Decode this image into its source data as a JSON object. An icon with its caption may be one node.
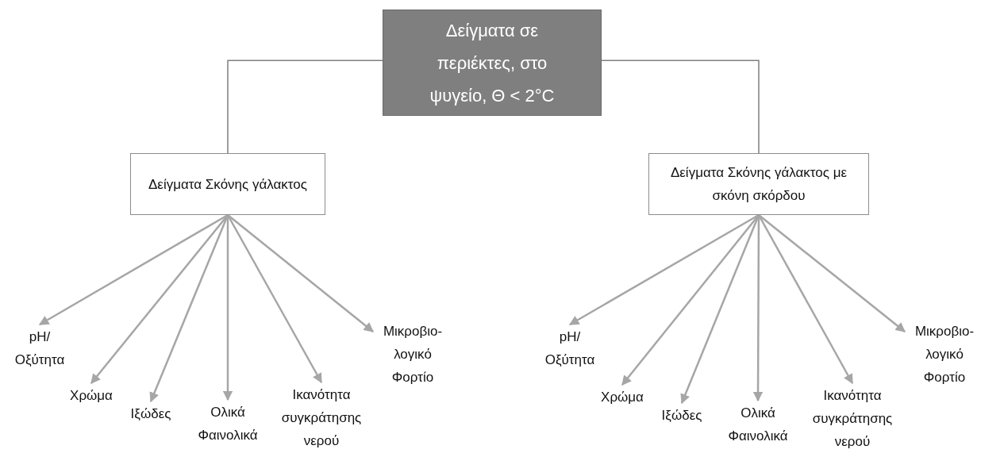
{
  "diagram": {
    "nodes": [
      {
        "text": [
          "Δείγματα σε περιέκτες, στο ψυγείο, Θ < 2°C"
        ]
      },
      {
        "text": [
          "Δείγματα Σκόνης γάλακτος"
        ]
      },
      {
        "text": [
          "Δείγματα Σκόνης γάλακτος με σκόνη σκόρδου"
        ]
      },
      {
        "text": [
          "pH/ Οξύτητα"
        ]
      },
      {
        "text": [
          "Χρώμα"
        ]
      },
      {
        "text": [
          "Ιξώδες"
        ]
      },
      {
        "text": [
          "Ολικά Φαινολικά"
        ]
      },
      {
        "text": [
          "Ικανότητα συγκράτησης νερού"
        ]
      },
      {
        "text": [
          "Μικροβιο- λογικό Φορτίο"
        ]
      },
      {
        "text": [
          "pH/ Οξύτητα"
        ]
      },
      {
        "text": [
          "Χρώμα"
        ]
      },
      {
        "text": [
          "Ιξώδες"
        ]
      },
      {
        "text": [
          "Ολικά Φαινολικά"
        ]
      },
      {
        "text": [
          "Ικανότητα συγκράτησης νερού"
        ]
      },
      {
        "text": [
          "Μικροβιο- λογικό Φορτίο"
        ]
      }
    ],
    "edges": [
      {
        "from": 0,
        "to": 1,
        "arrow": "none",
        "color": "#7f7f7f"
      },
      {
        "from": 0,
        "to": 2,
        "arrow": "none",
        "color": "#7f7f7f"
      },
      {
        "from": 1,
        "to": 3,
        "arrow": "to"
      },
      {
        "from": 1,
        "to": 4,
        "arrow": "to"
      },
      {
        "from": 1,
        "to": 5,
        "arrow": "to"
      },
      {
        "from": 1,
        "to": 6,
        "arrow": "to"
      },
      {
        "from": 1,
        "to": 7,
        "arrow": "to"
      },
      {
        "from": 1,
        "to": 8,
        "arrow": "to"
      },
      {
        "from": 2,
        "to": 9,
        "arrow": "to"
      },
      {
        "from": 2,
        "to": 10,
        "arrow": "to"
      },
      {
        "from": 2,
        "to": 11,
        "arrow": "to"
      },
      {
        "from": 2,
        "to": 12,
        "arrow": "to"
      },
      {
        "from": 2,
        "to": 13,
        "arrow": "to"
      },
      {
        "from": 2,
        "to": 14,
        "arrow": "to"
      }
    ]
  }
}
